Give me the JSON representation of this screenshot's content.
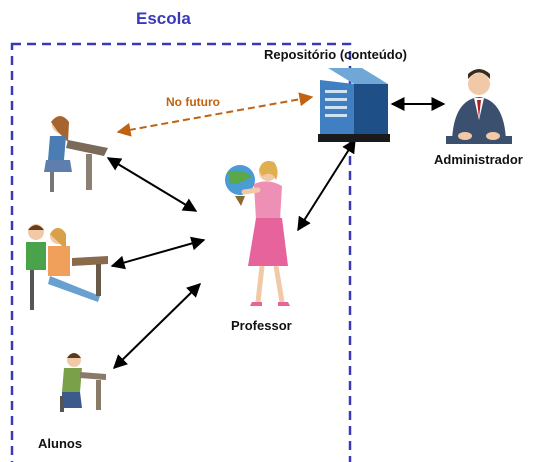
{
  "title": "Escola",
  "nodes": {
    "repository": "Repositório (conteúdo)",
    "administrator": "Administrador",
    "teacher": "Professor",
    "students": "Alunos"
  },
  "future_link_label": "No futuro",
  "colors": {
    "school_border": "#3a3ab8",
    "future_arrow": "#c0620f",
    "arrow": "#000000"
  }
}
